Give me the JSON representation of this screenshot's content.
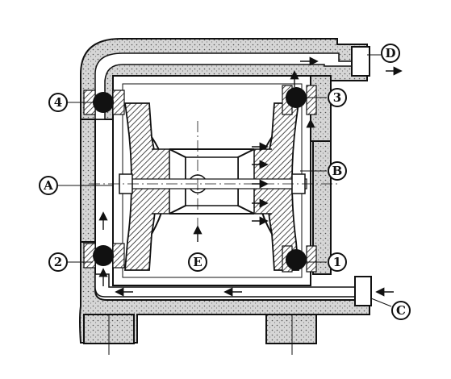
{
  "colors": {
    "ink": "#111111",
    "body_fill": "#d9d9d9",
    "hatch": "#222222",
    "paper": "#ffffff"
  },
  "callouts": {
    "A": {
      "label": "A",
      "icon": "circled-letter"
    },
    "B": {
      "label": "B",
      "icon": "circled-letter"
    },
    "C": {
      "label": "C",
      "icon": "circled-letter"
    },
    "D": {
      "label": "D",
      "icon": "circled-letter"
    },
    "E": {
      "label": "E",
      "icon": "circled-letter"
    },
    "one": {
      "label": "1",
      "icon": "circled-number"
    },
    "two": {
      "label": "2",
      "icon": "circled-number"
    },
    "three": {
      "label": "3",
      "icon": "circled-number"
    },
    "four": {
      "label": "4",
      "icon": "circled-number"
    }
  },
  "icons": {
    "check_ball": "ball-valve-icon",
    "flow_arrow": "arrow-icon"
  }
}
